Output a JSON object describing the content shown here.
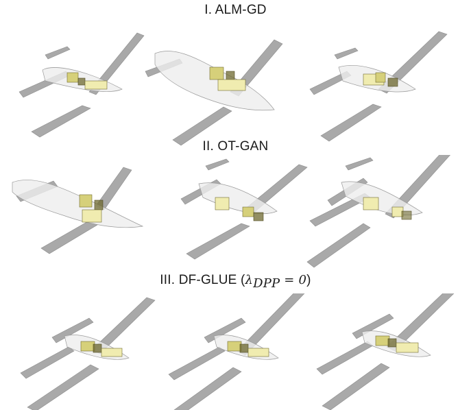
{
  "sections": [
    {
      "label": "I. ALM-GD"
    },
    {
      "label": "II. OT-GAN"
    },
    {
      "label": "III. DF-GLUE (",
      "math_symbol": "λ",
      "math_subscript": "DPP",
      "math_rest": " = 0",
      "label_end": ")"
    }
  ],
  "colors": {
    "wing": "#a9a9a9",
    "wing_stroke": "#8c8c8c",
    "fuselage": "#eeeeee",
    "fuselage_stroke": "#9a9a9a",
    "component_light": "#f0ecb0",
    "component_mid": "#d6d07a",
    "component_dark": "#6f6a30"
  }
}
